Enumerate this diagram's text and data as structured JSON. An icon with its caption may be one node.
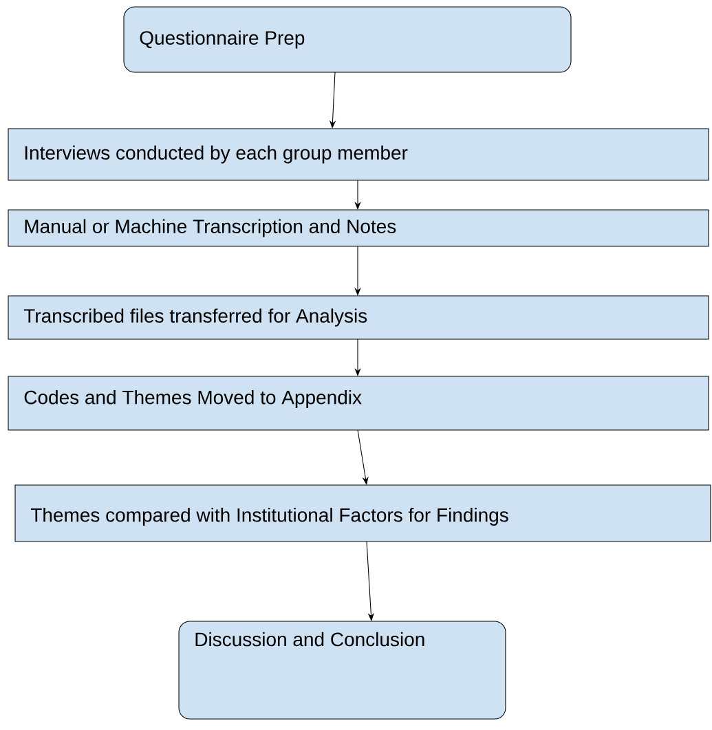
{
  "diagram": {
    "nodes": [
      {
        "text": [
          "Questionnaire Prep"
        ]
      },
      {
        "text": [
          "Interviews conducted by each group member"
        ]
      },
      {
        "text": [
          "Manual or Machine Transcription and Notes"
        ]
      },
      {
        "text": [
          "Transcribed files transferred for Analysis"
        ]
      },
      {
        "text": [
          "Codes and Themes Moved to Appendix"
        ]
      },
      {
        "text": [
          "Themes compared with Institutional Factors for Findings"
        ]
      },
      {
        "text": [
          "Discussion and Conclusion"
        ]
      }
    ],
    "edges": [
      {
        "from": 0,
        "to": 1,
        "arrow": "to"
      },
      {
        "from": 1,
        "to": 2,
        "arrow": "to"
      },
      {
        "from": 2,
        "to": 3,
        "arrow": "to"
      },
      {
        "from": 3,
        "to": 4,
        "arrow": "to"
      },
      {
        "from": 4,
        "to": 5,
        "arrow": "to"
      },
      {
        "from": 5,
        "to": 6,
        "arrow": "to"
      }
    ]
  }
}
